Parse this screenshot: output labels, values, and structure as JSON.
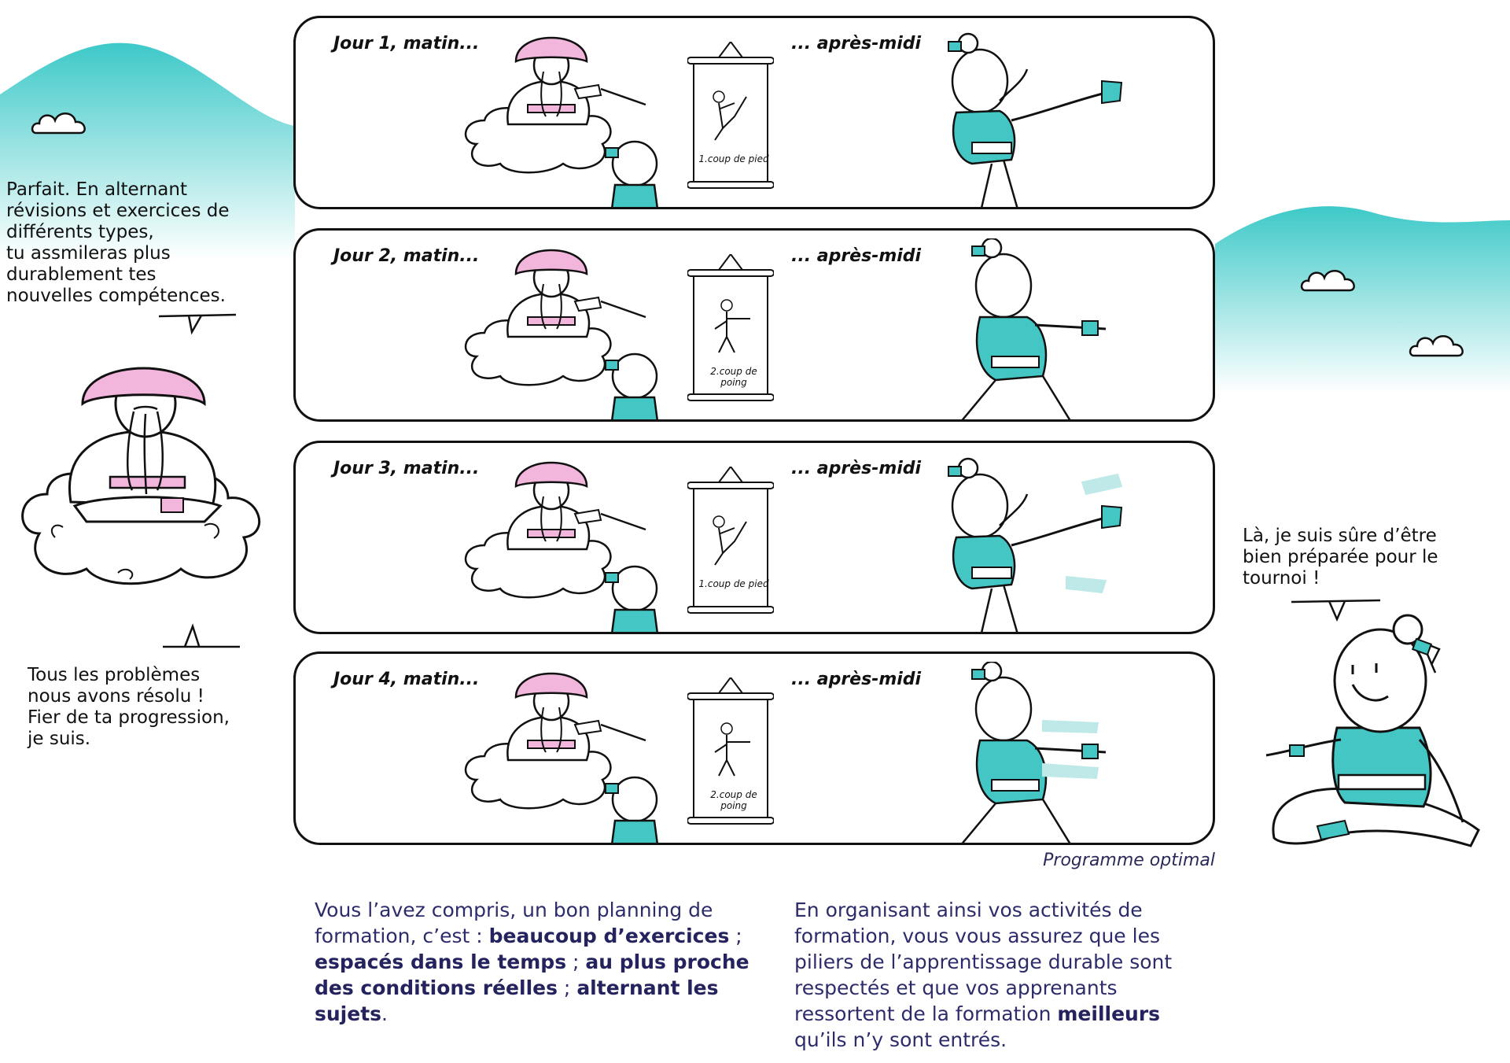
{
  "colors": {
    "teal": "#43c6c4",
    "pink": "#f2b5dc",
    "hill_top": "#3dc9c8",
    "text_dark": "#2d2c6b"
  },
  "left_speech_top": "Parfait. En alternant\nrévisions et exercices de\ndifférents types,\ntu assmileras plus\ndurablement tes\nnouvelles compétences.",
  "left_speech_bottom": "Tous les problèmes\nnous avons résolu !\nFier de ta progression,\nje suis.",
  "right_speech": "Là, je suis sûre d’être\nbien préparée pour le\ntournoi !",
  "panels": [
    {
      "morning": "Jour 1, matin...",
      "afternoon": "... après-midi",
      "scroll_label": "1.coup de pied",
      "move": "kick"
    },
    {
      "morning": "Jour 2, matin...",
      "afternoon": "... après-midi",
      "scroll_label": "2.coup de poing",
      "move": "punch"
    },
    {
      "morning": "Jour 3, matin...",
      "afternoon": "... après-midi",
      "scroll_label": "1.coup de pied",
      "move": "kick"
    },
    {
      "morning": "Jour 4, matin...",
      "afternoon": "... après-midi",
      "scroll_label": "2.coup de poing",
      "move": "punch"
    }
  ],
  "caption": "Programme optimal",
  "para_left": {
    "t1": "Vous l’avez compris, un bon planning de formation, c’est : ",
    "b1": "beaucoup d’exercices",
    "t2": " ; ",
    "b2": "espacés dans le temps",
    "t3": " ; ",
    "b3": "au plus proche des conditions réelles",
    "t4": " ; ",
    "b4": "alternant les sujets",
    "t5": "."
  },
  "para_right": {
    "t1": "En organisant ainsi vos activités de formation, vous vous assurez que les piliers de l’apprentissage durable sont respectés et que vos apprenants ressortent de la formation ",
    "b1": "meilleurs",
    "t2": " qu’ils n’y sont entrés."
  },
  "icons": {
    "cloud": "cloud-icon",
    "scroll": "scroll-icon",
    "master": "master-icon",
    "student": "student-icon"
  }
}
